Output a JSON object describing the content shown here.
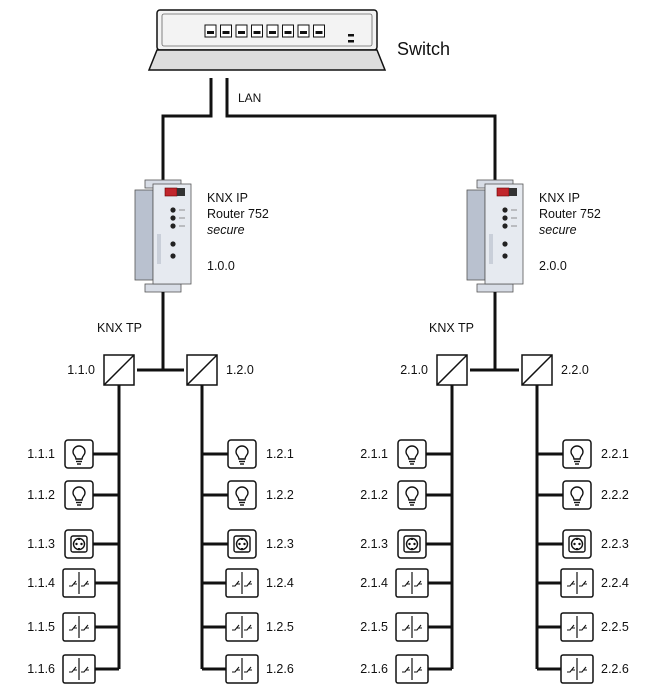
{
  "switch": {
    "label": "Switch",
    "port_count": 8
  },
  "lan_label": "LAN",
  "routers": [
    {
      "name_line1": "KNX IP",
      "name_line2": "Router 752",
      "name_line3": "secure",
      "address": "1.0.0",
      "bus_label": "KNX TP"
    },
    {
      "name_line1": "KNX IP",
      "name_line2": "Router 752",
      "name_line3": "secure",
      "address": "2.0.0",
      "bus_label": "KNX TP"
    }
  ],
  "couplers": [
    {
      "address": "1.1.0",
      "devices": [
        {
          "address": "1.1.1",
          "type": "lamp-icon"
        },
        {
          "address": "1.1.2",
          "type": "lamp-icon"
        },
        {
          "address": "1.1.3",
          "type": "socket-icon"
        },
        {
          "address": "1.1.4",
          "type": "switch-icon"
        },
        {
          "address": "1.1.5",
          "type": "switch-icon"
        },
        {
          "address": "1.1.6",
          "type": "switch-icon"
        }
      ]
    },
    {
      "address": "1.2.0",
      "devices": [
        {
          "address": "1.2.1",
          "type": "lamp-icon"
        },
        {
          "address": "1.2.2",
          "type": "lamp-icon"
        },
        {
          "address": "1.2.3",
          "type": "socket-icon"
        },
        {
          "address": "1.2.4",
          "type": "switch-icon"
        },
        {
          "address": "1.2.5",
          "type": "switch-icon"
        },
        {
          "address": "1.2.6",
          "type": "switch-icon"
        }
      ]
    },
    {
      "address": "2.1.0",
      "devices": [
        {
          "address": "2.1.1",
          "type": "lamp-icon"
        },
        {
          "address": "2.1.2",
          "type": "lamp-icon"
        },
        {
          "address": "2.1.3",
          "type": "socket-icon"
        },
        {
          "address": "2.1.4",
          "type": "switch-icon"
        },
        {
          "address": "2.1.5",
          "type": "switch-icon"
        },
        {
          "address": "2.1.6",
          "type": "switch-icon"
        }
      ]
    },
    {
      "address": "2.2.0",
      "devices": [
        {
          "address": "2.2.1",
          "type": "lamp-icon"
        },
        {
          "address": "2.2.2",
          "type": "lamp-icon"
        },
        {
          "address": "2.2.3",
          "type": "socket-icon"
        },
        {
          "address": "2.2.4",
          "type": "switch-icon"
        },
        {
          "address": "2.2.5",
          "type": "switch-icon"
        },
        {
          "address": "2.2.6",
          "type": "switch-icon"
        }
      ]
    }
  ]
}
